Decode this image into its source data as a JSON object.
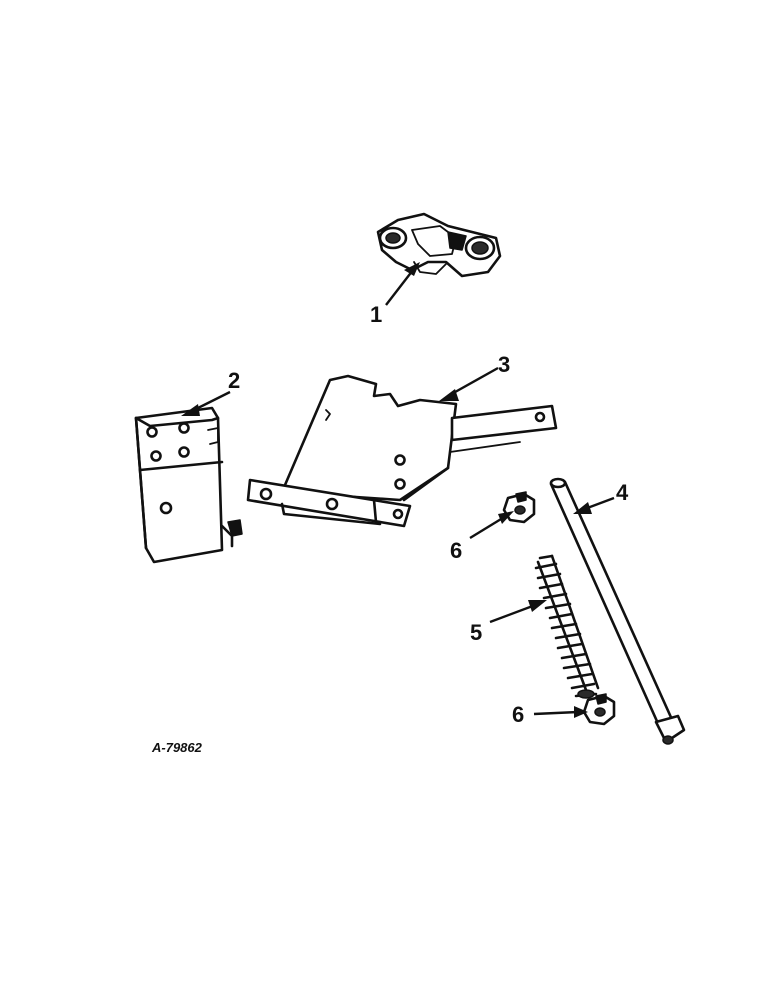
{
  "figure_id": "A-79862",
  "callouts": [
    {
      "number": "1",
      "part": "bracket-casting"
    },
    {
      "number": "2",
      "part": "mounting-plate"
    },
    {
      "number": "3",
      "part": "support-frame"
    },
    {
      "number": "4",
      "part": "rod"
    },
    {
      "number": "5",
      "part": "spring"
    },
    {
      "number": "6",
      "part": "collar-upper"
    },
    {
      "number": "6",
      "part": "collar-lower"
    }
  ]
}
